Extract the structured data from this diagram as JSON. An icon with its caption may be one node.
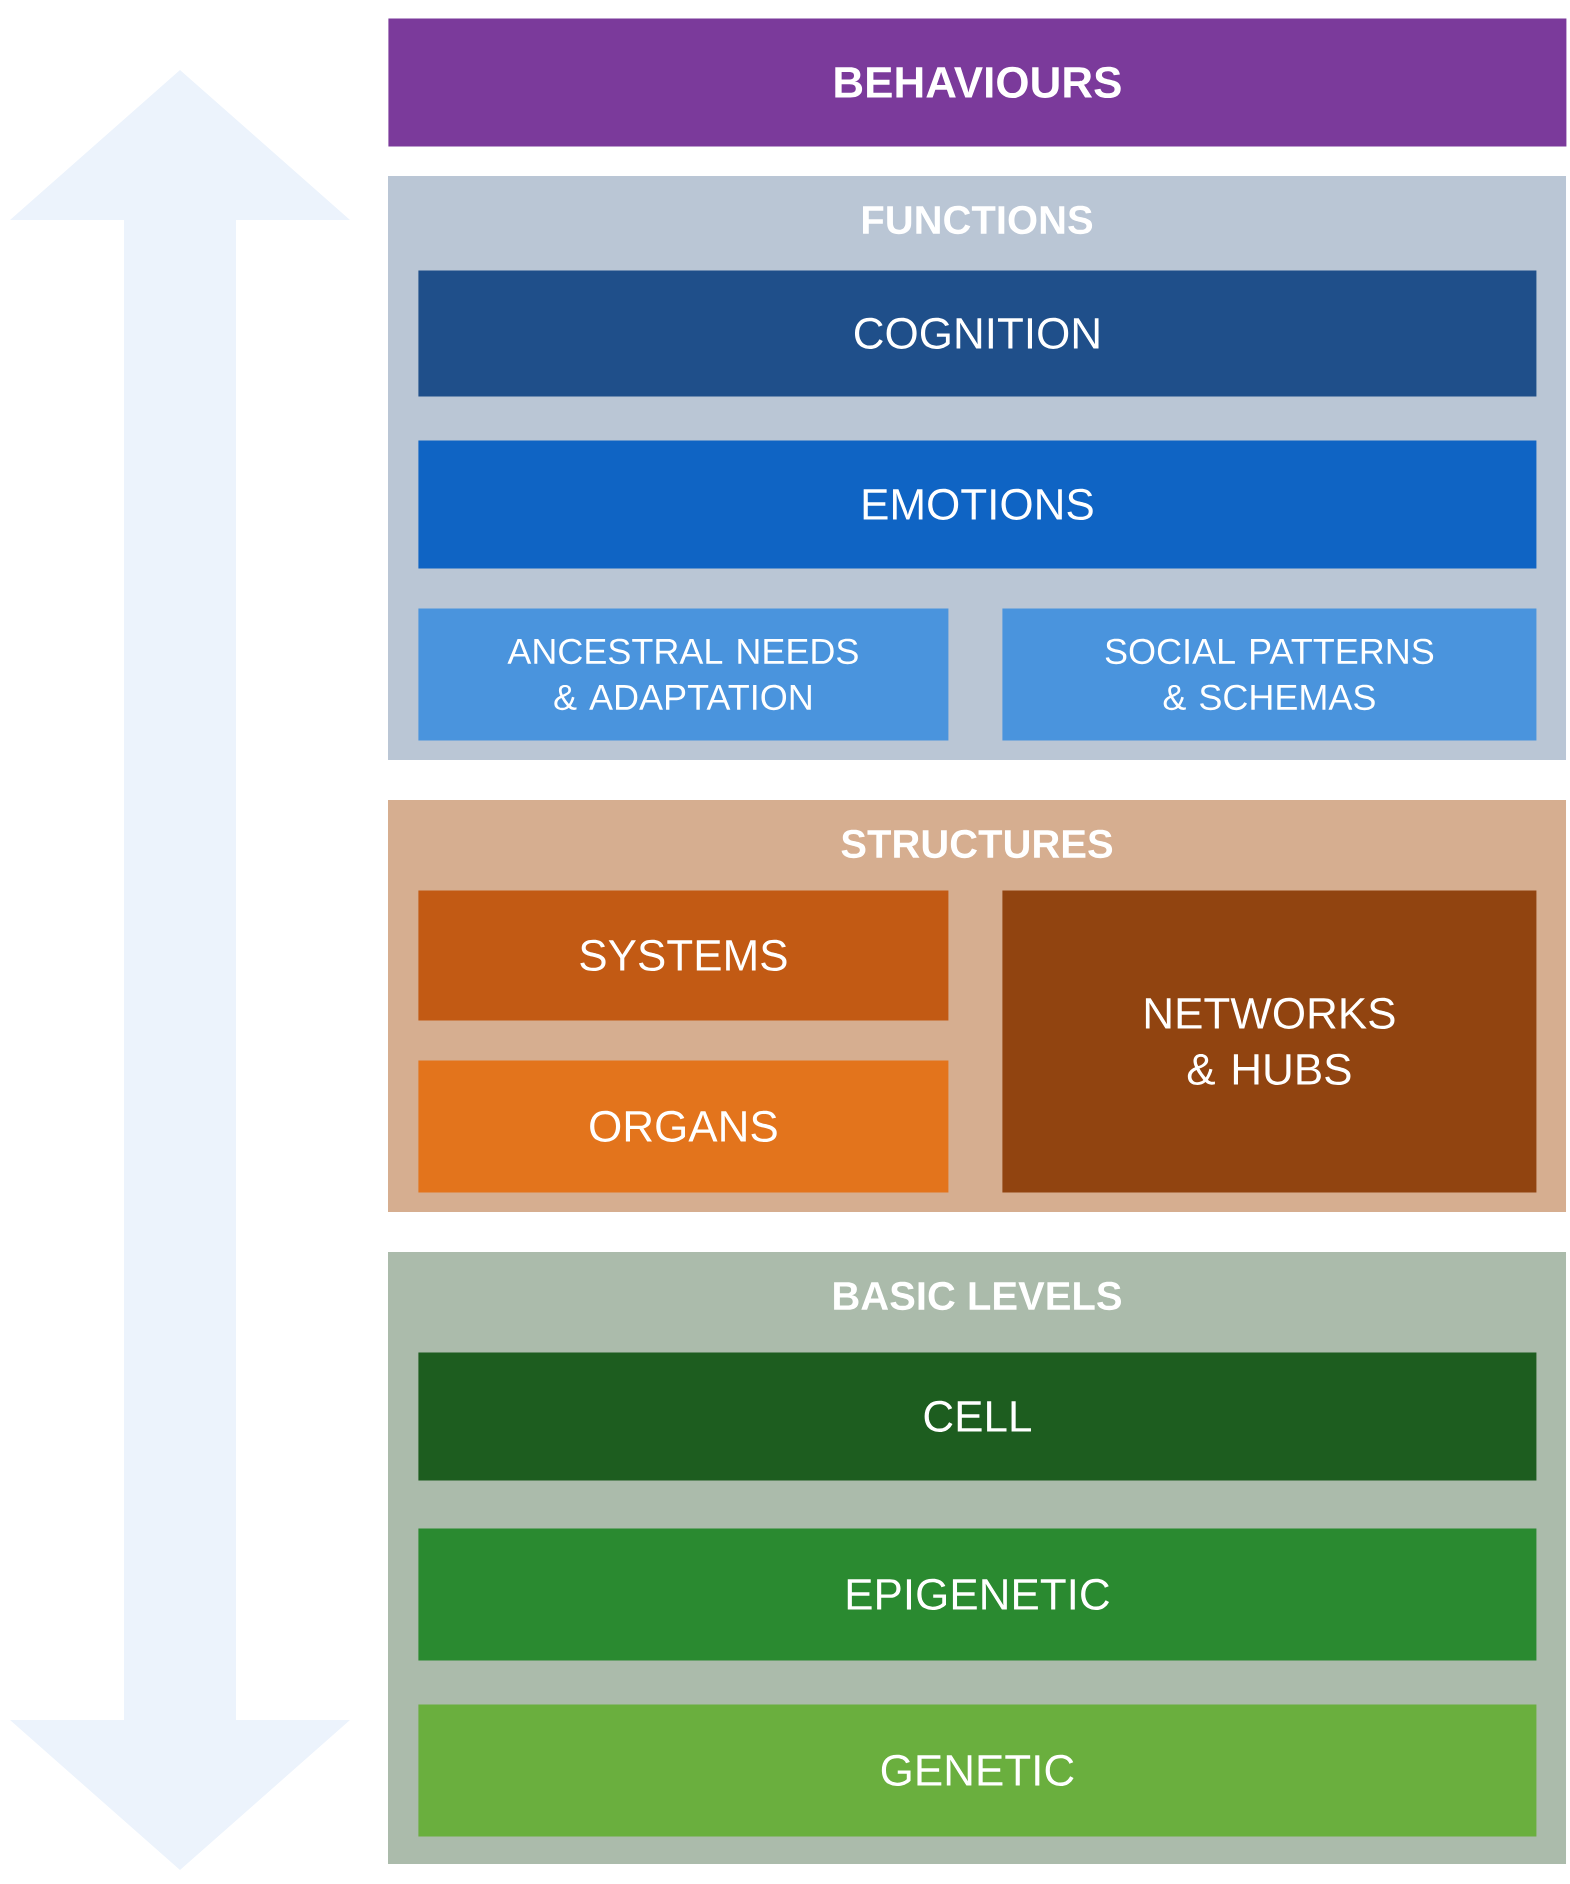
{
  "diagram": {
    "nodes": [
      {
        "text": [
          "BEHAVIOURS"
        ]
      },
      {
        "text": [
          "FUNCTIONS"
        ]
      },
      {
        "text": [
          "COGNITION"
        ],
        "in": 1
      },
      {
        "text": [
          "EMOTIONS"
        ],
        "in": 1
      },
      {
        "text": [
          "ANCESTRAL NEEDS & ADAPTATION"
        ],
        "in": 1
      },
      {
        "text": [
          "SOCIAL PATTERNS & SCHEMAS"
        ],
        "in": 1
      },
      {
        "text": [
          "STRUCTURES"
        ]
      },
      {
        "text": [
          "SYSTEMS"
        ],
        "in": 6
      },
      {
        "text": [
          "ORGANS"
        ],
        "in": 6
      },
      {
        "text": [
          "NETWORKS & HUBS"
        ],
        "in": 6
      },
      {
        "text": [
          "BASIC LEVELS"
        ]
      },
      {
        "text": [
          "CELL"
        ],
        "in": 10
      },
      {
        "text": [
          "EPIGENETIC"
        ],
        "in": 10
      },
      {
        "text": [
          "GENETIC"
        ],
        "in": 10
      }
    ]
  }
}
